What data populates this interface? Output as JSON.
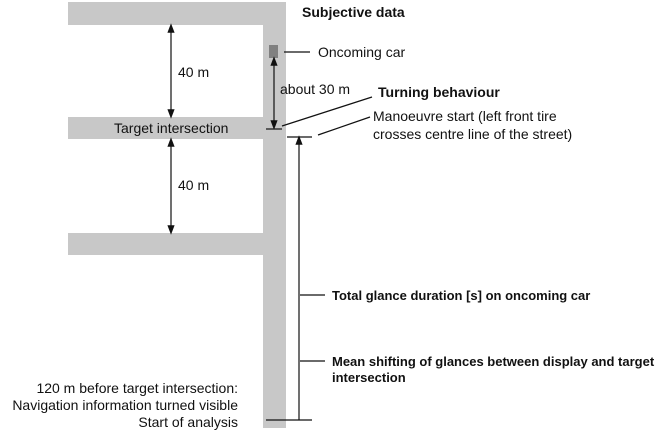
{
  "title": "Subjective data",
  "labels": {
    "oncoming_car": "Oncoming car",
    "distance_top": "40 m",
    "distance_bottom": "40 m",
    "about_30m": "about 30 m",
    "target_intersection": "Target intersection",
    "turning_behaviour": "Turning behaviour",
    "manoeuvre_line1": "Manoeuvre start (left front tire",
    "manoeuvre_line2": "crosses centre line of the street)",
    "total_glance": "Total glance duration [s] on oncoming car",
    "mean_shift_line1": "Mean shifting of glances between display and target",
    "mean_shift_line2": "intersection",
    "start_line1": "120 m before target intersection:",
    "start_line2": "Navigation information turned visible",
    "start_line3": "Start of analysis"
  },
  "colors": {
    "road": "#c8c8c8",
    "car": "#808080"
  }
}
